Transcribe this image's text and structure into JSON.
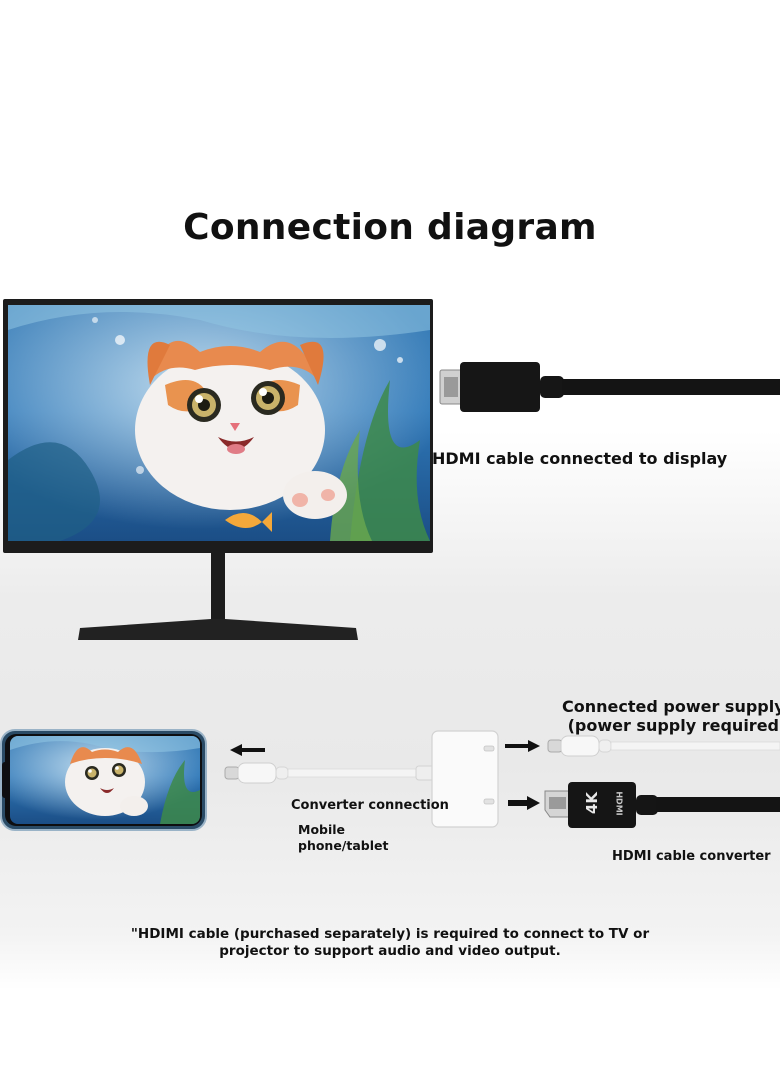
{
  "title": "Connection diagram",
  "labels": {
    "hdmi_to_display": "HDMI cable connected to display",
    "power_supply": "Connected power supply\n (power supply required)",
    "converter_connection": "Converter connection",
    "mobile": "Mobile phone/tablet",
    "hdmi_converter": "HDMI cable converter",
    "hdmi_plug_text": "4K",
    "hdmi_plug_brand": "HDMI"
  },
  "note": "\"HDIMI cable (purchased separately) is required to connect to TV or projector to support audio and video output."
}
